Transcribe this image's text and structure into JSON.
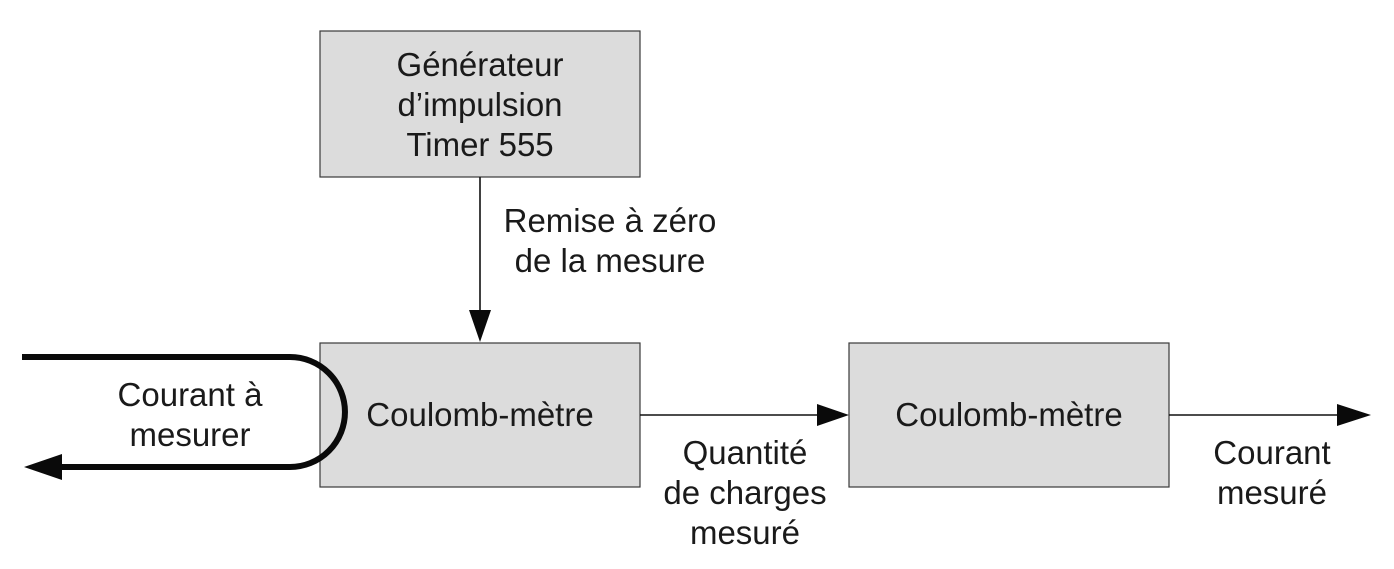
{
  "blocks": {
    "generator": {
      "lines": [
        "Générateur",
        "d’impulsion",
        "Timer 555"
      ]
    },
    "coulomb_meter_1": {
      "label": "Coulomb-mètre"
    },
    "coulomb_meter_2": {
      "label": "Coulomb-mètre"
    }
  },
  "labels": {
    "reset": [
      "Remise à zéro",
      "de la mesure"
    ],
    "current_in": [
      "Courant à",
      "mesurer"
    ],
    "charge_out": [
      "Quantité",
      "de charges",
      "mesuré"
    ],
    "current_out": [
      "Courant",
      "mesuré"
    ]
  },
  "colors": {
    "box_fill": "#dcdcdc",
    "box_stroke": "#3a3a3a",
    "line": "#111111",
    "text": "#1a1a1a"
  }
}
